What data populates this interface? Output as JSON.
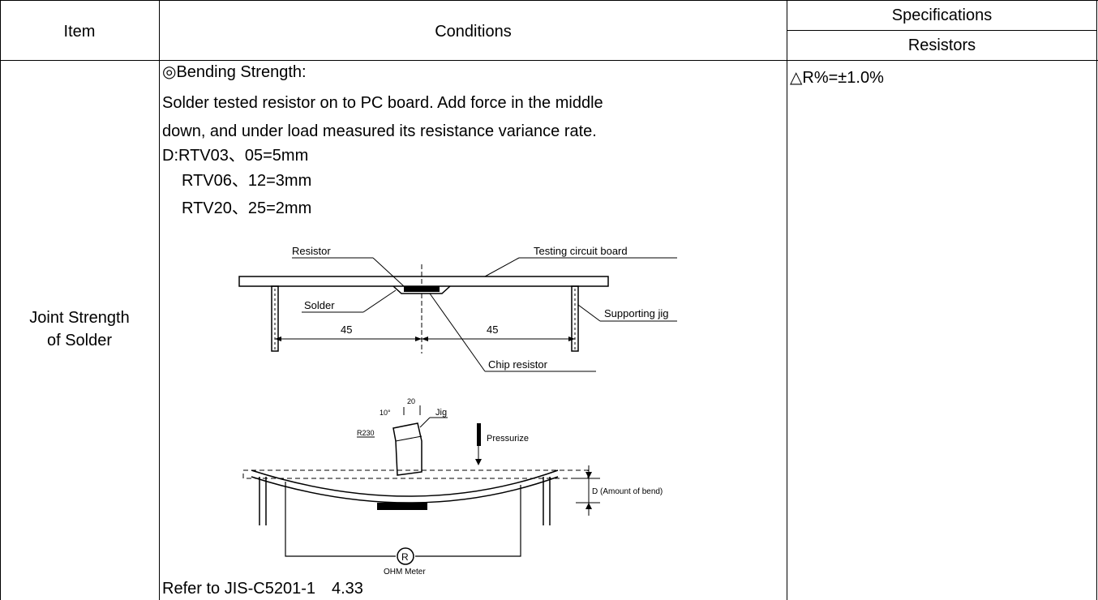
{
  "header": {
    "item": "Item",
    "conditions": "Conditions",
    "specifications": "Specifications",
    "resistors": "Resistors"
  },
  "row": {
    "item_line1": "Joint Strength",
    "item_line2": "of Solder",
    "conditions": {
      "title": "◎Bending Strength:",
      "desc_line1": "Solder tested resistor on to PC board. Add force in the middle",
      "desc_line2": "down, and under load measured its resistance variance rate.",
      "d_line1": "D:RTV03、05=5mm",
      "d_line2": "RTV06、12=3mm",
      "d_line3": "RTV20、25=2mm",
      "reference": "Refer to JIS-C5201-1　4.33"
    },
    "spec": "△R%=±1.0%"
  },
  "diagram1": {
    "resistor": "Resistor",
    "testing_board": "Testing circuit board",
    "solder": "Solder",
    "supporting_jig": "Supporting jig",
    "dim_left": "45",
    "dim_right": "45",
    "chip_resistor": "Chip resistor"
  },
  "diagram2": {
    "dim_20": "20",
    "angle": "10°",
    "r230": "R230",
    "jig": "Jig",
    "pressurize": "Pressurize",
    "amount_of_bend": "D (Amount of bend)",
    "meter_symbol": "R",
    "ohm_meter": "OHM Meter"
  }
}
